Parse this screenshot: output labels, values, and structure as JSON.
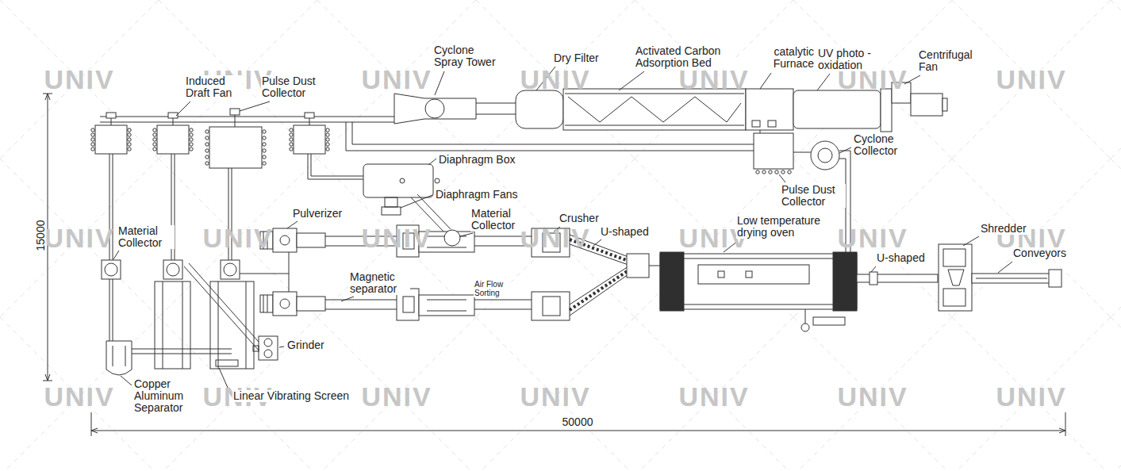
{
  "diagram": {
    "labels": [
      "Cyclone Spray Tower",
      "Dry Filter",
      "Activated Carbon Adsorption Bed",
      "catalytic Furnace",
      "UV photo -oxidation",
      "Centrifugal Fan",
      "Induced Draft Fan",
      "Pulse Dust Collector",
      "Cyclone Collector",
      "Diaphragm Box",
      "Pulse Dust Collector",
      "Diaphragm Fans",
      "Material Collector",
      "Pulverizer",
      "Material Collector",
      "Crusher",
      "U-shaped",
      "Low temperature drying oven",
      "Shredder",
      "U-shaped",
      "Conveyors",
      "Magnetic separator",
      "Air Flow Sorting",
      "Grinder",
      "Copper Aluminum Separator",
      "Linear Vibrating Screen",
      "15000",
      "50000",
      "UNIV",
      "UNIV",
      "UNIV",
      "UNIV",
      "UNIV",
      "UNIV",
      "UNIV",
      "UNIV",
      "UNIV",
      "UNIV",
      "UNIV",
      "UNIV",
      "UNIV",
      "UNIV",
      "UNIV",
      "UNIV",
      "UNIV",
      "UNIV",
      "UNIV",
      "UNIV",
      "UNIV"
    ]
  }
}
